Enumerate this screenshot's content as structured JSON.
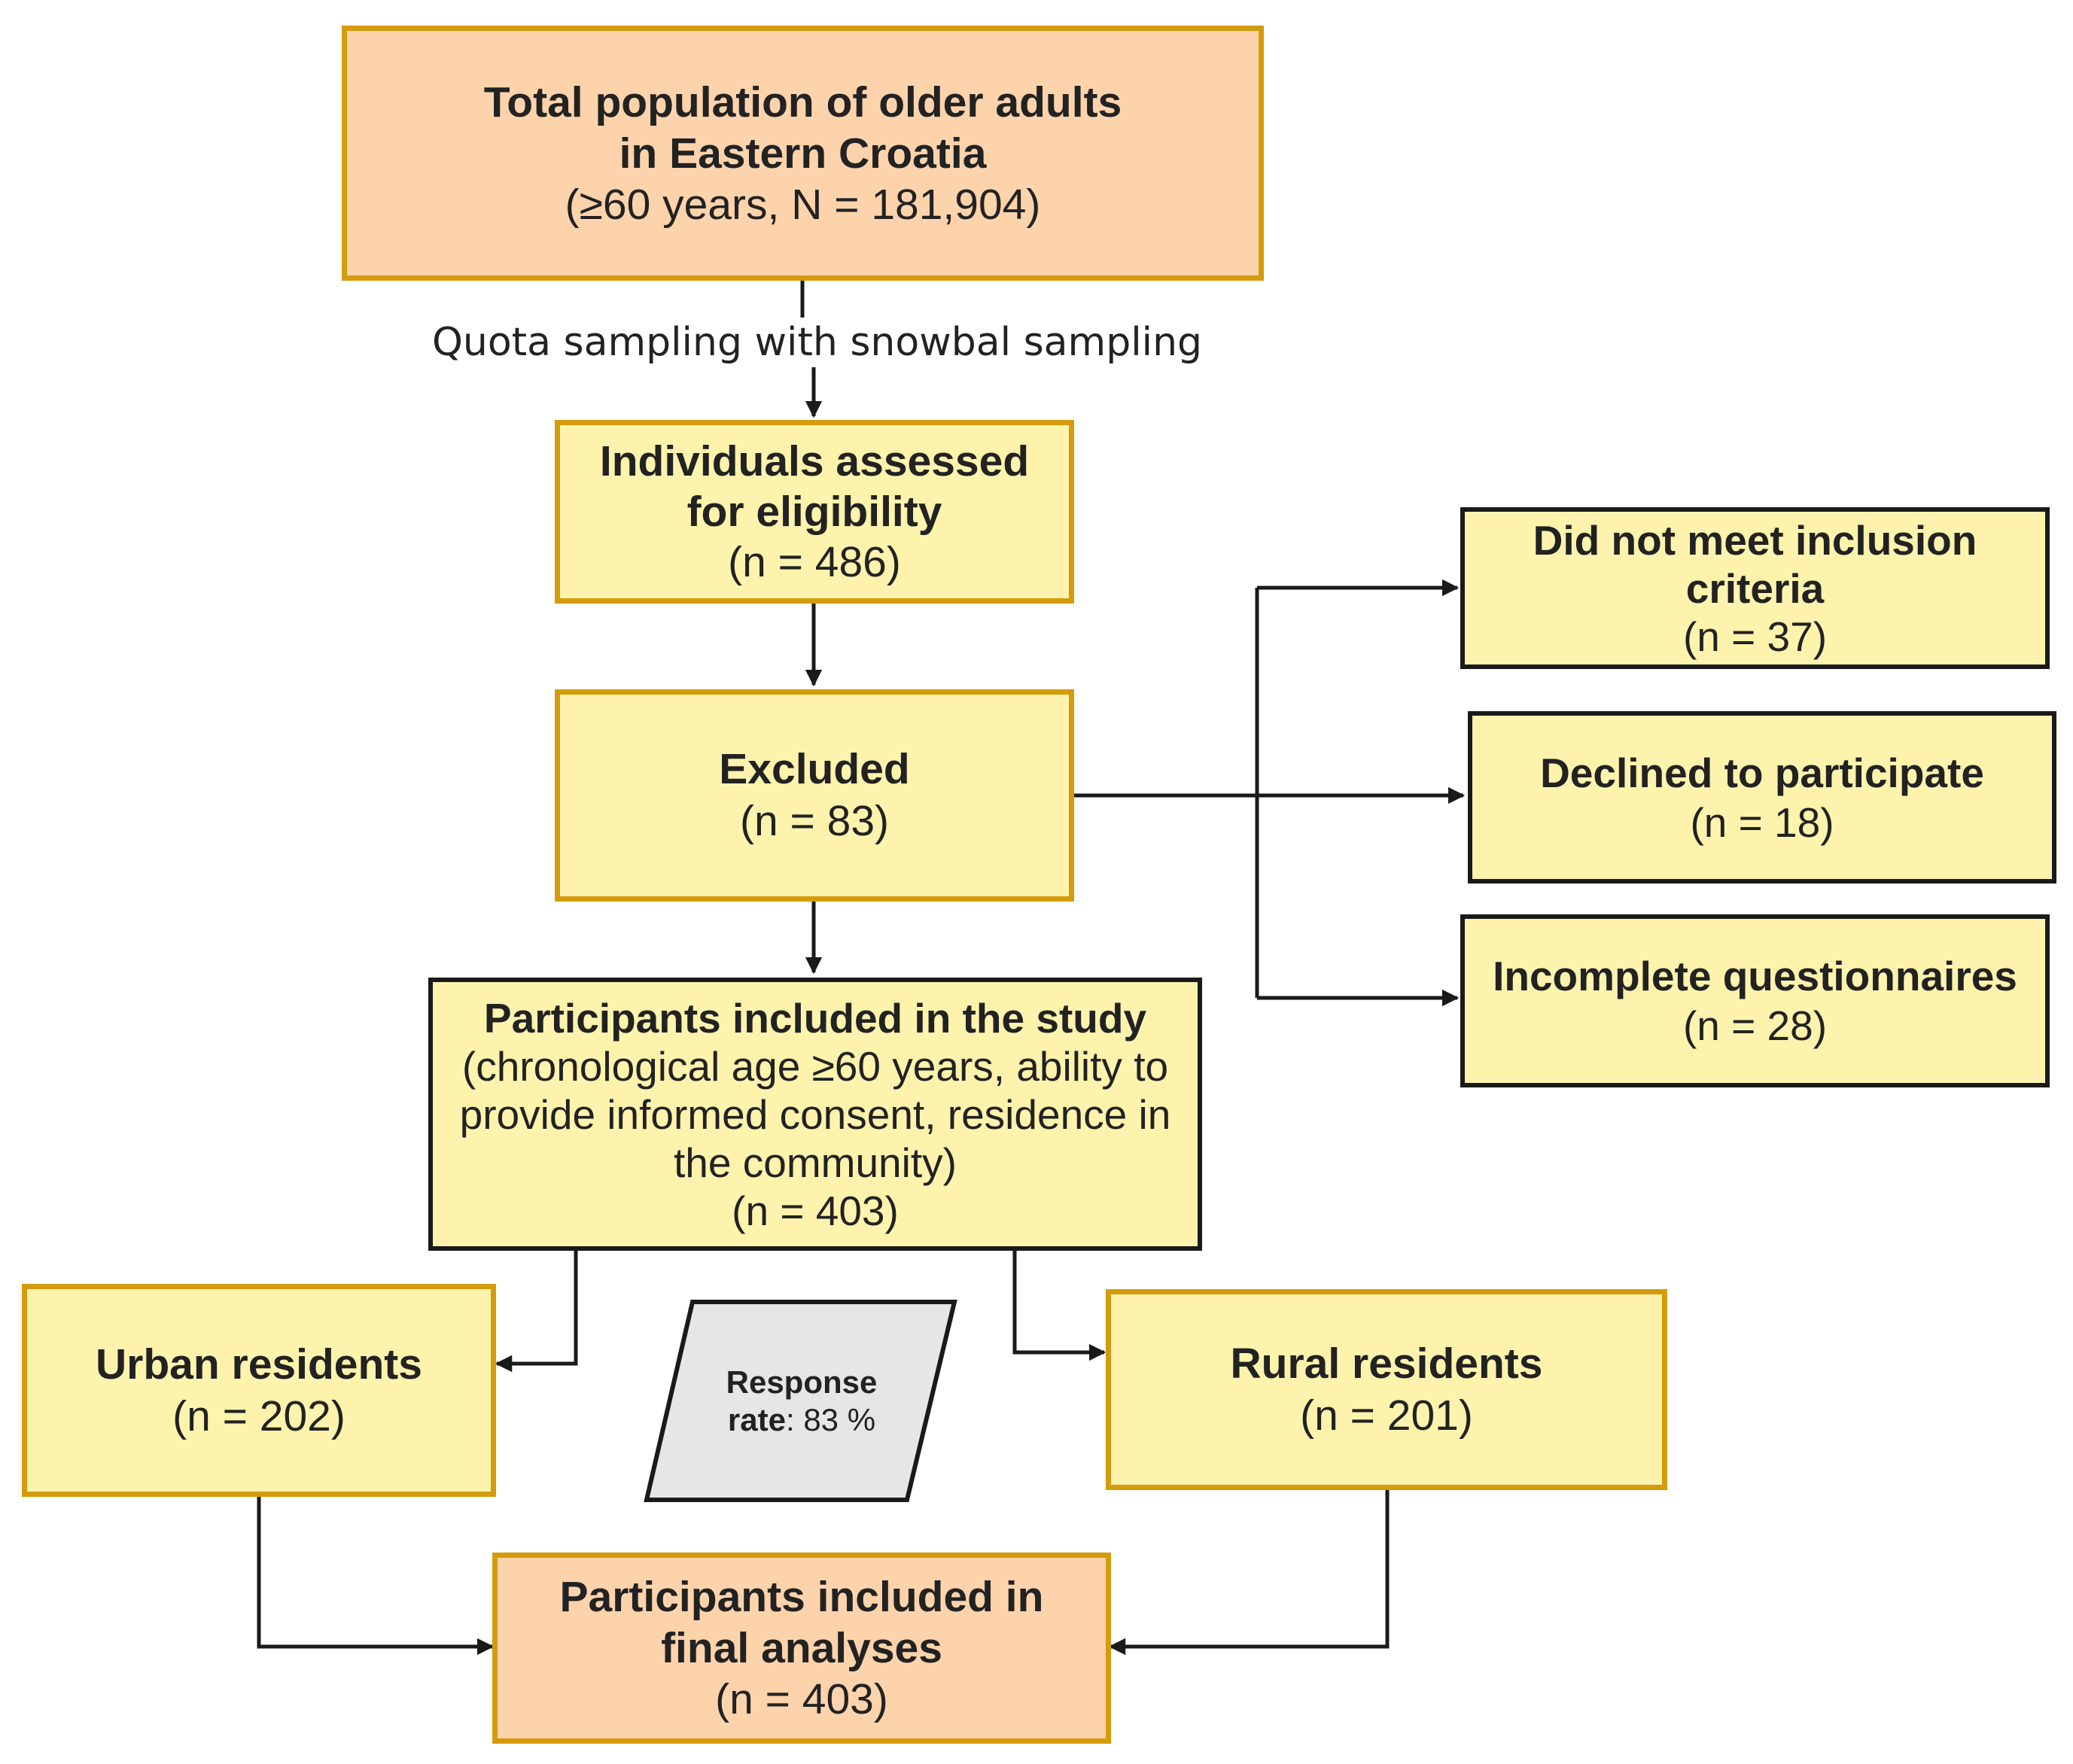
{
  "nodes": {
    "total_population": {
      "title_line1": "Total population of older adults",
      "title_line2": "in Eastern Croatia",
      "detail": "(≥60 years, N = 181,904)"
    },
    "sampling_label": "Quota sampling with snowbal sampling",
    "assessed": {
      "title_line1": "Individuals assessed",
      "title_line2": "for eligibility",
      "count": "(n = 486)"
    },
    "excluded": {
      "title": "Excluded",
      "count": "(n = 83)"
    },
    "not_meet_criteria": {
      "title_line1": "Did not meet inclusion",
      "title_line2": "criteria",
      "count": "(n = 37)"
    },
    "declined": {
      "title": "Declined to participate",
      "count": "(n = 18)"
    },
    "incomplete": {
      "title": "Incomplete questionnaires",
      "count": "(n = 28)"
    },
    "included": {
      "title": "Participants included in the study",
      "criteria_line1": "(chronological age ≥60 years, ability to",
      "criteria_line2": "provide informed consent, residence in",
      "criteria_line3": "the community)",
      "count": "(n = 403)"
    },
    "urban": {
      "title": "Urban residents",
      "count": "(n = 202)"
    },
    "rural": {
      "title": "Rural residents",
      "count": "(n = 201)"
    },
    "response_rate": {
      "label_line1": "Response",
      "label_line2_bold": "rate",
      "label_line2_rest": ": 83 %"
    },
    "final": {
      "title_line1": "Participants included in",
      "title_line2": "final analyses",
      "count": "(n = 403)"
    }
  },
  "colors": {
    "orange_fill": "#fdd3ac",
    "yellow_fill": "#fdf3ad",
    "gold_border": "#d49b0c",
    "gray_fill": "#e6e6e6",
    "line": "#1a1a1a"
  }
}
